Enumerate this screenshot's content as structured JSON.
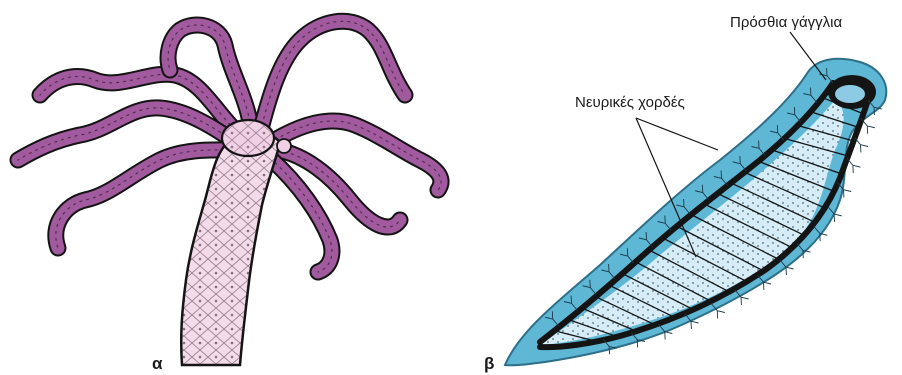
{
  "figure": {
    "panel_a": {
      "letter": "α"
    },
    "panel_b": {
      "letter": "β",
      "labels": {
        "anterior_ganglia": "Πρόσθια γάγγλια",
        "nerve_cords": "Νευρικές χορδές"
      }
    }
  },
  "colors": {
    "hydra_tentacle": "#a25a9e",
    "hydra_tentacle_dark": "#3b1e3a",
    "hydra_body": "#f3dbe9",
    "planaria_outer": "#5fb7d6",
    "planaria_inner": "#d6ecf6",
    "ink": "#141414"
  },
  "icons": {
    "panel_a": "hydra-illustration",
    "panel_b": "planaria-illustration"
  }
}
